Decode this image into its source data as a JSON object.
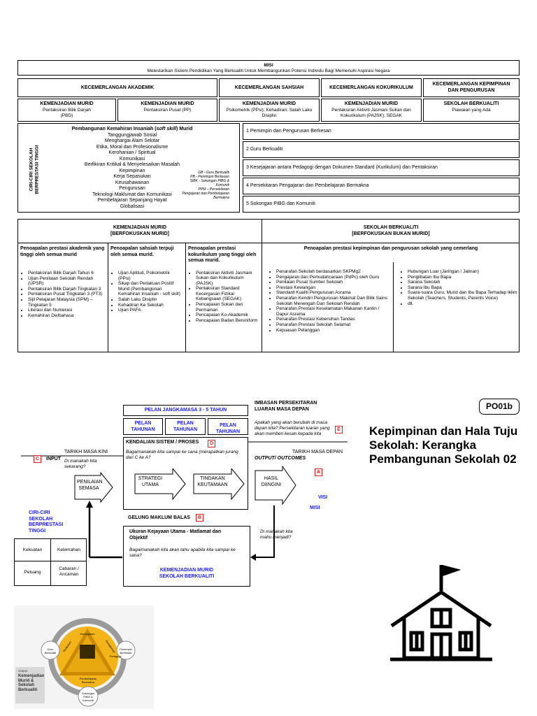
{
  "misi": {
    "title": "MISI",
    "text": "Melestarikan Sistem Pendidikan Yang Berkualiti Untuk Membangunkan Potensi Individu Bagi Memenuhi Aspirasi Negara"
  },
  "areas": {
    "akademik": "KECEMERLANGAN AKADEMIK",
    "sahsiah": "KECEMERLANGAN SAHSIAH",
    "kokurikulum": "KECEMERLANGAN KOKURIKULUM",
    "kepimpinan": "KECEMERLANGAN KEPIMPINAN DAN PENGURUSAN"
  },
  "subareas": [
    {
      "title": "KEMENJADIAN MURID",
      "text": "Pentaksiran Bilik Darjah (PBD)"
    },
    {
      "title": "KEMENJADIAN MURID",
      "text": "Pentaksiran Pusat (PP)"
    },
    {
      "title": "KEMENJADIAN MURID",
      "text": "Psikometrik (PPsi); Kehadiran; Salah Laku Disiplin"
    },
    {
      "title": "KEMENJADIAN MURID",
      "text": "Pentaksiran Aktiviti Jasmani Sukan dan Kokurikulum (PAJSK); SEGAK"
    },
    {
      "title": "SEKOLAH BERKUALITI",
      "text": "Piawaian yang Ada"
    }
  ],
  "ciri": {
    "side_label": "CIRI-CIRI SEKOLAH BERPRESTASI TINGGI",
    "heading_pre": "Pembangunan Kemahiran Insaniah (",
    "heading_ital": "soft skill",
    "heading_post": ") Murid",
    "items": [
      "Tanggungjawab Sosial",
      "Menghargai Alam Sekitar",
      "Etika, Moral dan Profesionalisme",
      "Kerohanian / Spiritual",
      "Komunikasi",
      "Berfikiran Kritikal & Menyelesaikan Masalah",
      "Kepimpinan",
      "Kerja Sepasukan",
      "Keusahawanan",
      "Pengurusan",
      "Teknologi Maklumat dan Komunikasi",
      "Pembelajaran Sepanjang Hayat",
      "Globalisasi"
    ],
    "legend": [
      "GB - Guru Berkualiti",
      "PB - Pemimpin Berkesan",
      "SIBK - Sokongan PIBG & Komuniti",
      "PPM – Persekitaran Pengajaran dan Pembelajaran Bermakna"
    ],
    "numbered": [
      "1  Pemimpin dan Pengurusan Berkesan",
      "2  Guru Berkualiti",
      "3  Kesejajaran antara Pedagogi dengan Dokumen Standard (Kurikulum) dan Pentaksiran",
      "4  Persekitaran Pengajaran dan Pembelajaran Bermakna",
      "5  Sokongan PIBG dan Komuniti"
    ]
  },
  "focus": {
    "murid_title": "KEMENJADIAN MURID",
    "murid_sub": "[BERFOKUSKAN MURID]",
    "sekolah_title": "SEKOLAH BERKUALITI",
    "sekolah_sub": "[BERFOKUSKAN BUKAN MURID]",
    "col1_head": "Penoapalan prestasi akademik yang tinggi oleh semua murid",
    "col2_head": "Penoapalan sahsiah terpuji oleh semua murid.",
    "col3_head": "Penoapalan prestasi kokurikulum yang tinggi oleh semua murid.",
    "col4_head": "Penoapalan prestasi kepimpinan dan pengurusan sekolah yang cemerlang",
    "col1": [
      "Pentaksiran Bilik Darjah Tahun 6",
      "Ujian Penilaian Sekolah Rendah (UPSR)",
      "Pentaksiran Bilik Darjah Tingkatan 3",
      "Pentaksiran Pusat Tingkatan 3 (PT3)",
      "Sijil Pelajaran Malaysia (SPM) – Tingkatan 5",
      "Literasi dan Numerasi",
      "Kemahiran Dwibahasa"
    ],
    "col2": [
      "Ujian Aptitud, Psikometrik (PPsi)",
      "Sikap dan Perlakuan Positif Murid (Pembangunan Kemahiran Insaniah - soft skill)",
      "Salah Laku Disiplin",
      "Kehadiran Ke Sekolah",
      "Ujian PAFA"
    ],
    "col3": [
      "Pentaksiran Aktiviti Jasmani Sukan dan Kokurikulum (PAJSK)",
      "Pentaksiran Standard Kecergasan Fizikal Kebangsaan (SEGAK)",
      "Pencapaian Sukan dan Permainan",
      "Pencapaian Ko-Akademik",
      "Pencapaian Badan Beruniform"
    ],
    "col4a": [
      "Penarafan Sekolah berdasarkan SKPMg2",
      "Pengajaran dan Pemudahcaraan (PdPc) oleh Guru",
      "Penilaian Pusat Sumber Sekolah",
      "Prestasi Kewangan",
      "Standard Kualiti Pengurusan Asrama",
      "Penarafan Kendiri Pengurusan  Makmal Dan Bilik Sains Sekolah Menengah Dan Sekolah Rendah",
      "Penarafan Prestasi Keselamatan Makanan Kantin / Dapur Asrama",
      "Penarafan Prestasi Kebersihan Tandas",
      "Penarafan Prestasi Sekolah Selamat",
      "Kepuasan Pelanggan"
    ],
    "col4b": [
      "Hubungan Luar (Jaringan / Jalinan)",
      "Penglibatan Ibu Bapa",
      "Sarana Sekolah",
      "Sarana Ibu Bapa",
      "Suara-suara Guru, Murid dan Ibu Bapa Terhadap Iklim Sekolah (Teachers, Students, Parents Voice)",
      "dll."
    ]
  },
  "framework": {
    "pelan_jangka": "PELAN JANGKAMASA 3 - 5 TAHUN",
    "pelan_tahunan": [
      "PELAN TAHUNAN",
      "PELAN TAHUNAN",
      "PELAN TAHUNAN"
    ],
    "imbasan": "IMBASAN PERSEKITARAN LUARAN MASA DEPAN",
    "imbasan_q": "Apakah yang akan berubah di masa depan kita? Persekitaran luaran yang akan memberi kesan kepada kita",
    "kendalian": "KENDALIAN SISTEM / PROSES",
    "kendalian_q": "Bagaimanakah kita sampai ke sana (merapatkan jurang dari C ke A?",
    "strategi": "STRATEGI UTAMA",
    "tindakan": "TINDAKAN KEUTAMAAN",
    "tarikh_kini": "TARIKH MASA KINI",
    "tarikh_depan": "TARIKH MASA DEPAN",
    "input": "INPUT",
    "input_q": "Di manakah kita sekarang?",
    "penilaian": "PENILAIAN SEMASA",
    "output": "OUTPUT/ OUTCOMES",
    "hasil": "HASIL DIINGINI",
    "visi": "VISI",
    "misi": "MISI",
    "gelung": "GELUNG MAKLUM BALAS",
    "ciri": "CIRI-CIRI SEKOLAH BERPRESTASI TINGGI",
    "swot": [
      "Kekuatan",
      "Kelemahan",
      "Peluang",
      "Cabaran / Ancaman"
    ],
    "ukuran": "Ukuran Kejayaan Utama -  Matlamat dan Objektif",
    "ukuran_q": "Bagaimanakah kita akan tahu apabila kita sampai ke sana?",
    "murid_sekolah": "KEMENJADIAN MURID SEKOLAH BERKUALITI",
    "manakah": "Di manakah kita mahu menjadi?",
    "tags": [
      "A",
      "B",
      "C",
      "D",
      "E"
    ]
  },
  "side": {
    "code": "PO01b",
    "title": "Kepimpinan dan Hala Tuju Sekolah: Kerangka Pembangunan Sekolah 02"
  },
  "cycle": {
    "center": [
      "Kepimpinan",
      "Kurikulum",
      "Pentaksiran",
      "Pedagogi"
    ],
    "outer": [
      "Guru Berkualiti",
      "Pemimpin Berkesan",
      "Sokongan PIBG & Komuniti",
      "Pembelajaran Bermakna"
    ],
    "output_label": "Output",
    "output_text": "Kemenjadian Murid & Sekolah Berkualiti"
  },
  "colors": {
    "blue": "#1a1aff",
    "red": "#e02020",
    "gold": "#f2b418",
    "goldDark": "#c98a00"
  }
}
